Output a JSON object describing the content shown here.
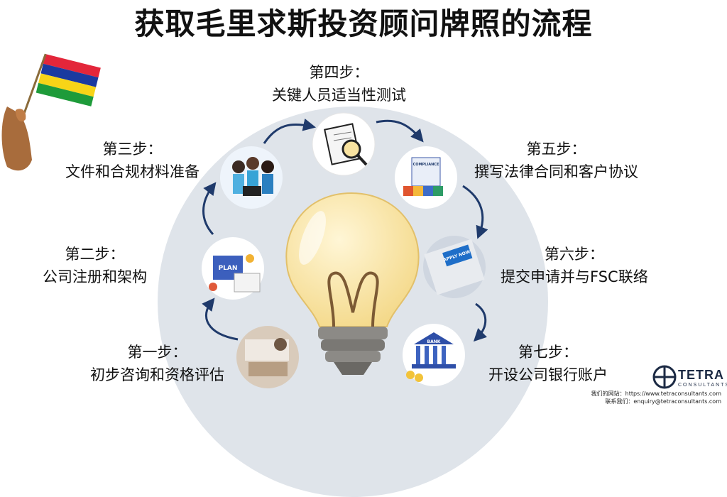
{
  "title": "获取毛里求斯投资顾问牌照的流程",
  "steps": [
    {
      "heading": "第一步：",
      "label": "初步咨询和资格评估",
      "icon": "consultation-photo-icon"
    },
    {
      "heading": "第二步：",
      "label": "公司注册和架构",
      "icon": "plan-calendar-icon"
    },
    {
      "heading": "第三步：",
      "label": "文件和合规材料准备",
      "icon": "team-people-icon"
    },
    {
      "heading": "第四步：",
      "label": "关键人员适当性测试",
      "icon": "magnifier-document-icon"
    },
    {
      "heading": "第五步：",
      "label": "撰写法律合同和客户协议",
      "icon": "compliance-puzzle-icon"
    },
    {
      "heading": "第六步：",
      "label": "提交申请并与FSC联络",
      "icon": "apply-now-keyboard-icon"
    },
    {
      "heading": "第七步：",
      "label": "开设公司银行账户",
      "icon": "bank-building-icon"
    }
  ],
  "icon_texts": {
    "plan": "PLAN",
    "compliance": "COMPLIANCE",
    "apply": "APPLY NOW",
    "bank": "BANK"
  },
  "logo": {
    "name": "TETRA",
    "sub": "CONSULTANTS"
  },
  "footer": {
    "website": "我们的网站：https://www.tetraconsultants.com",
    "contact": "联系我们：enquiry@tetraconsultants.com"
  },
  "colors": {
    "arrow": "#1f3a6b",
    "bulb": "#f9e3a0",
    "circle": "#dfe4ea"
  }
}
